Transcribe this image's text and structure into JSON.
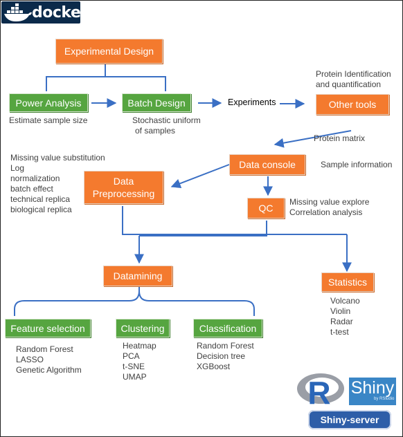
{
  "boxes": {
    "experimental_design": "Experimental Design",
    "power_analysis": "Power Analysis",
    "batch_design": "Batch Design",
    "other_tools": "Other tools",
    "data_console": "Data console",
    "data_preprocessing_1": "Data",
    "data_preprocessing_2": "Preprocessing",
    "qc": "QC",
    "datamining": "Datamining",
    "statistics": "Statistics",
    "feature_selection": "Feature selection",
    "clustering": "Clustering",
    "classification": "Classification"
  },
  "labels": {
    "experiments": "Experiments",
    "protein_identification": [
      "Protein Identification",
      "and quantification"
    ],
    "estimate_sample_size": "Estimate sample size",
    "stochastic": [
      "Stochastic uniform",
      "of samples"
    ],
    "protein_matrix": "Protein matrix",
    "sample_information": "Sample information",
    "preprocessing_items": [
      "Missing value substitution",
      "Log",
      "normalization",
      "batch effect",
      "technical replica",
      "biological replica"
    ],
    "qc_items": [
      "Missing value explore",
      "Correlation analysis"
    ],
    "statistics_items": [
      "Volcano",
      "Violin",
      "Radar",
      "t-test"
    ],
    "feature_selection_items": [
      "Random Forest",
      "LASSO",
      "Genetic Algorithm"
    ],
    "clustering_items": [
      "Heatmap",
      "PCA",
      "t-SNE",
      "UMAP"
    ],
    "classification_items": [
      "Random Forest",
      "Decision tree",
      "XGBoost"
    ]
  },
  "logos": {
    "docker": "docker",
    "r": "R",
    "shiny": "Shiny",
    "shiny_sub": "by RStudio",
    "shiny_server": "Shiny-server"
  },
  "colors": {
    "orange": "#f47a2e",
    "green": "#56a540",
    "arrow": "#3a6fc4",
    "docker_bg": "#0b2a4a",
    "shiny_blue": "#3a86c6",
    "shiny_server": "#2e5ea8"
  }
}
